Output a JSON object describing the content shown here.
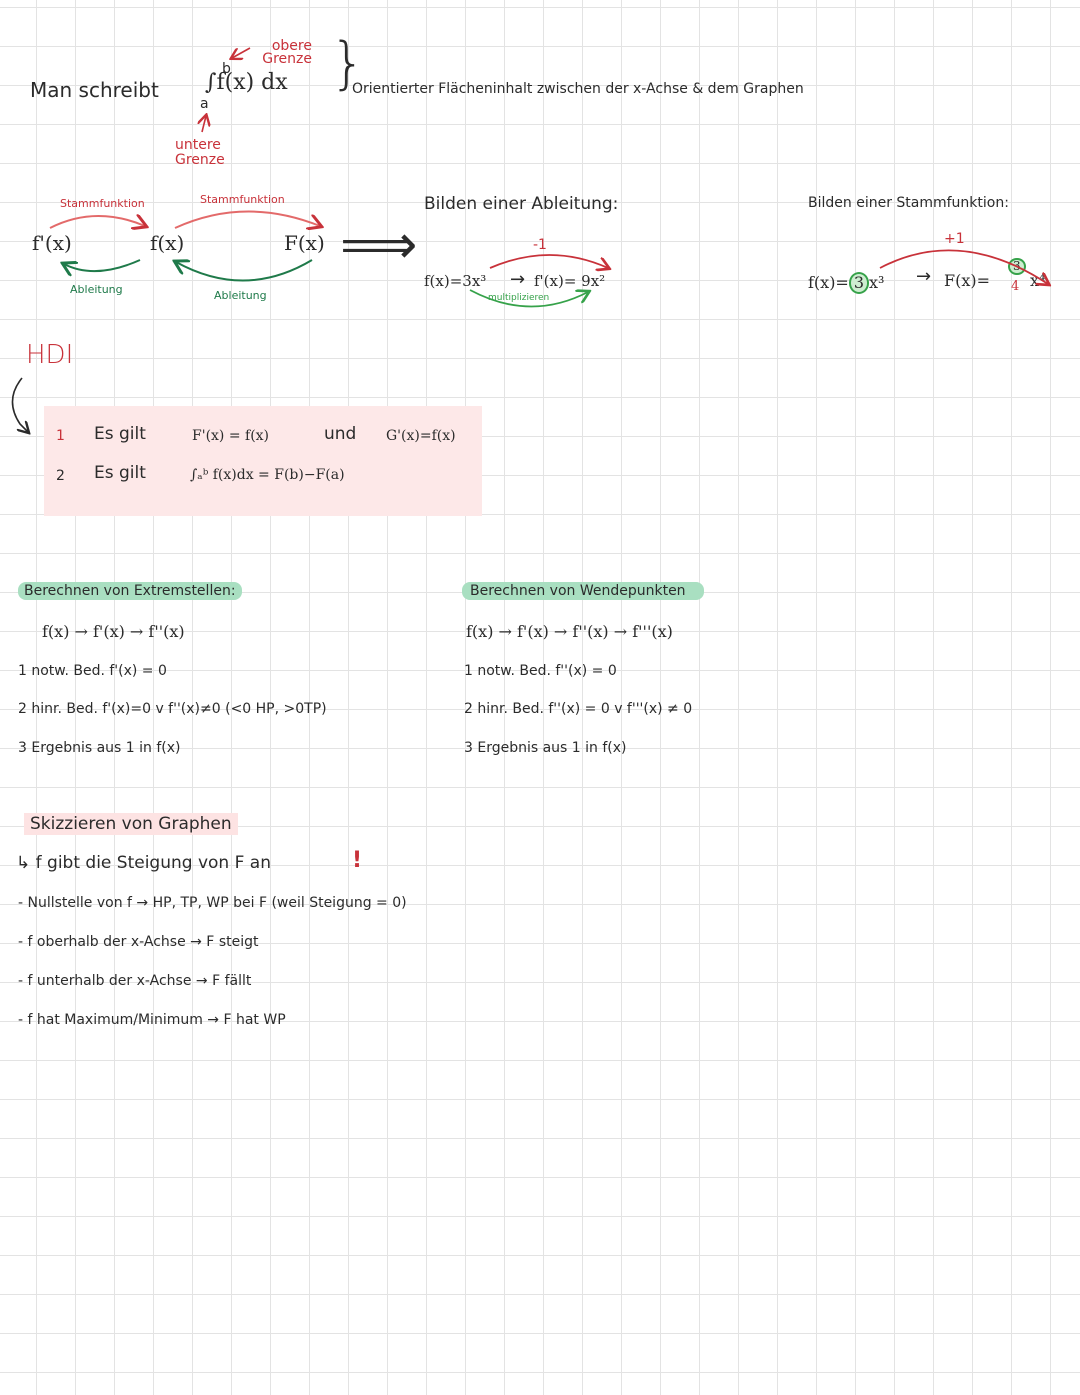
{
  "intro": {
    "man_schreibt": "Man schreibt",
    "integral": "∫f(x) dx",
    "lower": "a",
    "upper": "b",
    "obere_grenze": "obere Grenze",
    "untere_grenze": "untere Grenze",
    "description": "Orientierter Flächeninhalt zwischen der x-Achse & dem Graphen"
  },
  "chain": {
    "f_prime": "f'(x)",
    "f": "f(x)",
    "F": "F(x)",
    "stammfunktion_1": "Stammfunktion",
    "stammfunktion_2": "Stammfunktion",
    "ableitung_1": "Ableitung",
    "ableitung_2": "Ableitung",
    "implies": "⟹"
  },
  "ableitung_example": {
    "title": "Bilden einer Ableitung:",
    "minus_one": "-1",
    "multiply": "multiplizieren",
    "f": "f(x)=3x³",
    "arrow": "→",
    "result": "f'(x)= 9x²"
  },
  "stamm_example": {
    "title": "Bilden einer Stammfunktion:",
    "plus_one": "+1",
    "f_prefix": "f(x)=",
    "coef": "3",
    "f_suffix": "x³",
    "arrow": "→",
    "result_prefix": "F(x)=",
    "num": "3",
    "den": "4",
    "result_suffix": "x⁴"
  },
  "hdi": {
    "title": "HDI",
    "row1_num": "1",
    "row1_text": "Es gilt",
    "row1_eq1": "F'(x) = f(x)",
    "row1_und": "und",
    "row1_eq2": "G'(x)=f(x)",
    "row2_num": "2",
    "row2_text": "Es gilt",
    "row2_eq": "∫ₐᵇ f(x)dx = F(b)−F(a)"
  },
  "extrem": {
    "title": "Berechnen von Extremstellen:",
    "chain": "f(x) → f'(x) → f''(x)",
    "step1": "1 notw. Bed.   f'(x) = 0",
    "step2": "2 hinr. Bed.  f'(x)=0  v  f''(x)≠0 (<0 HP, >0TP)",
    "step3": "3 Ergebnis aus  1  in  f(x)"
  },
  "wende": {
    "title": "Berechnen von Wendepunkten",
    "chain": "f(x) → f'(x) → f''(x) → f'''(x)",
    "step1": "1 notw. Bed.   f''(x) = 0",
    "step2": "2 hinr. Bed.  f''(x) = 0  v     f'''(x) ≠ 0",
    "step3": "3 Ergebnis aus    1  in   f(x)"
  },
  "skizzieren": {
    "title": "Skizzieren von Graphen",
    "intro": "↳ f gibt die Steigung von F an",
    "warn": "!",
    "items": [
      "- Nullstelle von f  → HP, TP, WP  bei  F (weil   Steigung = 0)",
      "- f  oberhalb  der  x-Achse  → F  steigt",
      "- f  unterhalb  der  x-Achse  → F  fällt",
      "- f  hat  Maximum/Minimum  → F  hat   WP"
    ]
  },
  "colors": {
    "red": "#c8323a",
    "green": "#1f7a4a",
    "light_green": "#36a24a",
    "pink": "#fde8e8"
  }
}
